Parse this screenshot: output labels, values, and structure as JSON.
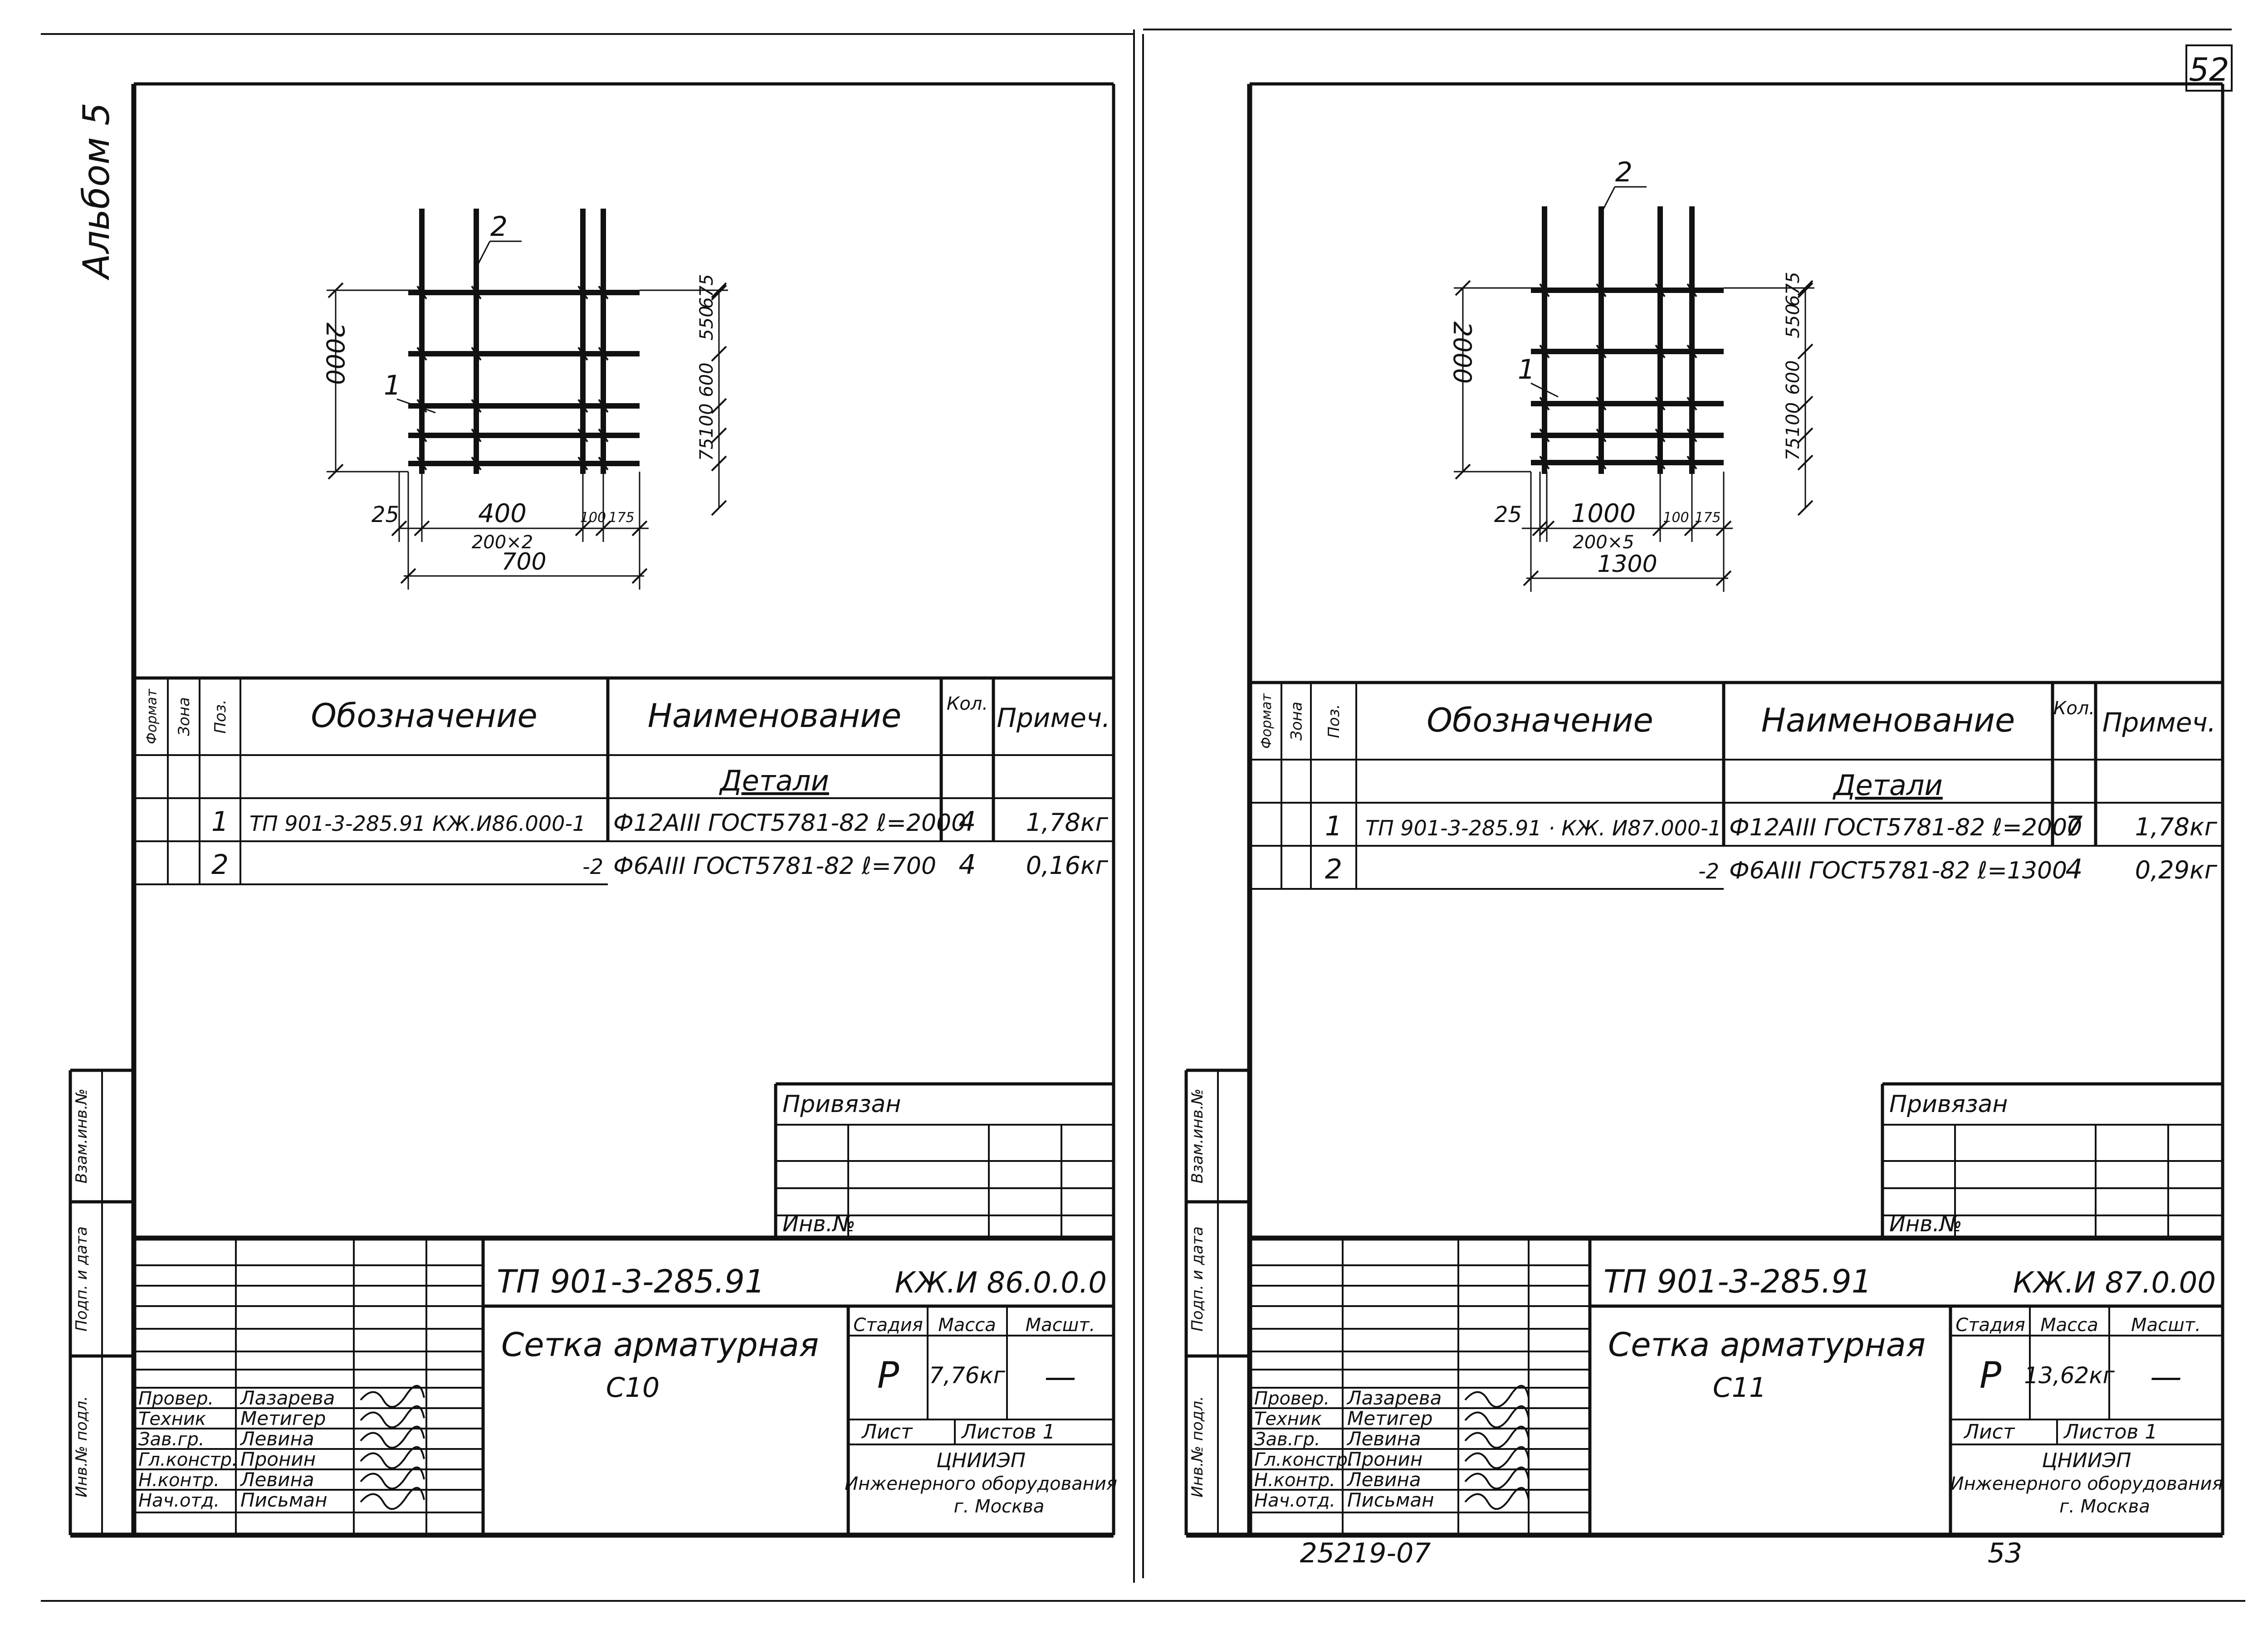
{
  "page_number": "52",
  "album": "Альбом 5",
  "footer_code": "25219-07",
  "footer_page": "53",
  "spec_headers": {
    "format": "Формат",
    "zone": "Зона",
    "pos": "Поз.",
    "designation": "Обозначение",
    "name": "Наименование",
    "qty": "Кол.",
    "note": "Примеч."
  },
  "side_labels": {
    "inv_replace": "Взам.инв.№",
    "sign_date": "Подп. и дата",
    "inv_orig": "Инв.№ подл."
  },
  "roles": [
    "Провер.",
    "Техник",
    "Зав.гр.",
    "Гл.констр.",
    "Н.контр.",
    "Нач.отд."
  ],
  "people": [
    "Лазарева",
    "Метигер",
    "Левина",
    "Пронин",
    "Левина",
    "Письман"
  ],
  "title_labels": {
    "stage": "Стадия",
    "mass": "Масса",
    "scale": "Масшт.",
    "sheet": "Лист",
    "sheets": "Листов 1",
    "bound": "Привязан",
    "inv_no": "Инв.№"
  },
  "org": {
    "line1": "ЦНИИЭП",
    "line2": "Инженерного оборудования",
    "line3": "г. Москва"
  },
  "sheets": [
    {
      "drawing": {
        "height": "2000",
        "pos1": "1",
        "pos2": "2",
        "dims_right": [
          "675",
          "550",
          "600",
          "100",
          "75"
        ],
        "dims_bottom": [
          "25",
          "400",
          "100",
          "175"
        ],
        "pitch": "200×2",
        "overall": "700"
      },
      "section": "Детали",
      "rows": [
        {
          "pos": "1",
          "designation": "ТП 901-3-285.91   КЖ.И86.000-1",
          "name": "Ф12АIII ГОСТ5781-82  ℓ=2000",
          "qty": "4",
          "note": "1,78кг"
        },
        {
          "pos": "2",
          "designation": "-2",
          "name": "Ф6АIII ГОСТ5781-82  ℓ=700",
          "qty": "4",
          "note": "0,16кг"
        }
      ],
      "doc_code": "ТП 901-3-285.91",
      "doc_mark": "КЖ.И 86.0.0.0",
      "title": "Сетка арматурная",
      "subtitle": "С10",
      "stage": "Р",
      "mass": "7,76кг",
      "scale": "—"
    },
    {
      "drawing": {
        "height": "2000",
        "pos1": "1",
        "pos2": "2",
        "dims_right": [
          "675",
          "550",
          "600",
          "100",
          "75"
        ],
        "dims_bottom": [
          "25",
          "1000",
          "100",
          "175"
        ],
        "pitch": "200×5",
        "overall": "1300"
      },
      "section": "Детали",
      "rows": [
        {
          "pos": "1",
          "designation": "ТП 901-3-285.91 · КЖ. И87.000-1",
          "name": "Ф12АIII ГОСТ5781-82  ℓ=2000",
          "qty": "7",
          "note": "1,78кг"
        },
        {
          "pos": "2",
          "designation": "-2",
          "name": "Ф6АIII ГОСТ5781-82  ℓ=1300",
          "qty": "4",
          "note": "0,29кг"
        }
      ],
      "doc_code": "ТП  901-3-285.91",
      "doc_mark": "КЖ.И 87.0.00",
      "title": "Сетка арматурная",
      "subtitle": "С11",
      "stage": "Р",
      "mass": "13,62кг",
      "scale": "—"
    }
  ]
}
